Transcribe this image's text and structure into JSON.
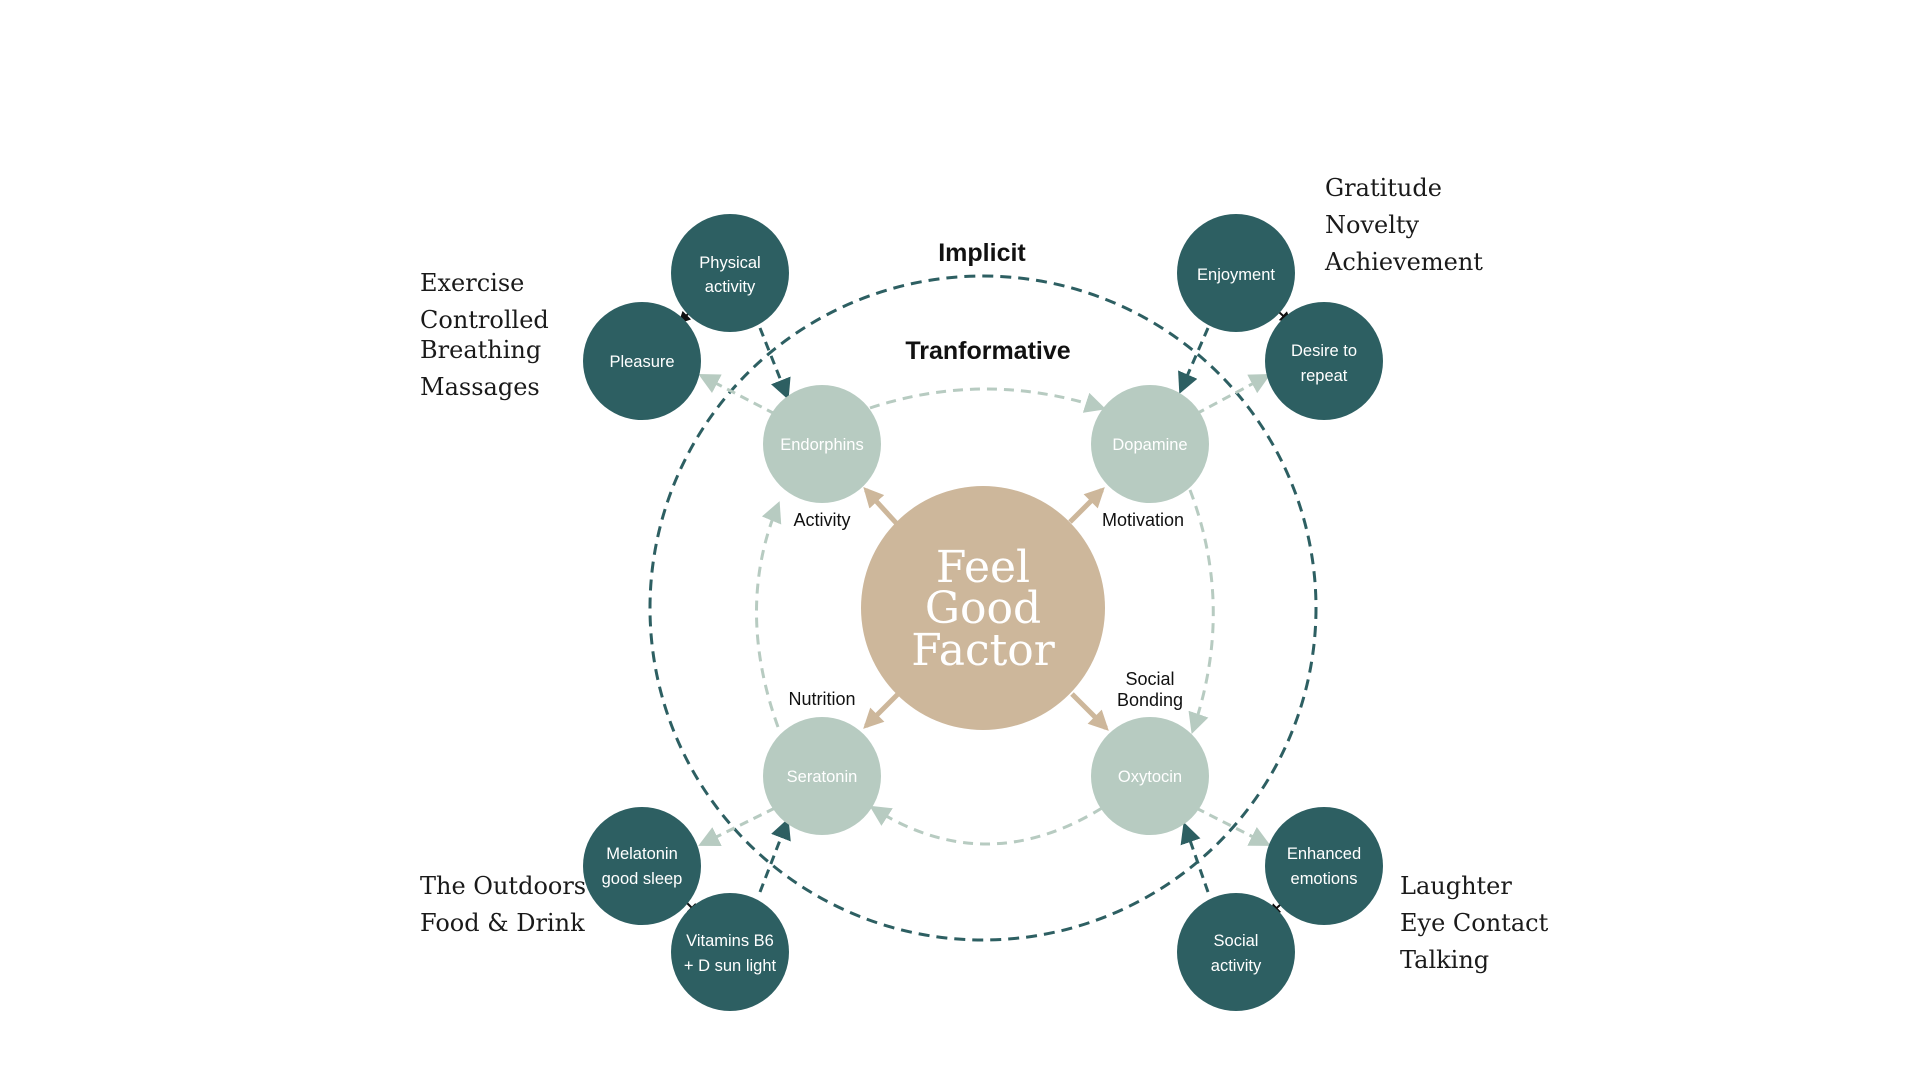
{
  "rings": {
    "outer_label": "Implicit",
    "inner_label": "Tranformative"
  },
  "hub": {
    "line1": "Feel",
    "line2": "Good",
    "line3": "Factor"
  },
  "hormones": {
    "endorphins": {
      "name": "Endorphins",
      "connector": "Activity"
    },
    "dopamine": {
      "name": "Dopamine",
      "connector": "Motivation"
    },
    "seratonin": {
      "name": "Seratonin",
      "connector": "Nutrition"
    },
    "oxytocin": {
      "name": "Oxytocin",
      "connector_line1": "Social",
      "connector_line2": "Bonding"
    }
  },
  "satellites": {
    "physical_activity": {
      "line1": "Physical",
      "line2": "activity"
    },
    "pleasure": {
      "line1": "Pleasure"
    },
    "enjoyment": {
      "line1": "Enjoyment"
    },
    "desire": {
      "line1": "Desire to",
      "line2": "repeat"
    },
    "melatonin": {
      "line1": "Melatonin",
      "line2": "good sleep"
    },
    "vitamins": {
      "line1": "Vitamins B6",
      "line2": "+ D sun light"
    },
    "enhanced": {
      "line1": "Enhanced",
      "line2": "emotions"
    },
    "social": {
      "line1": "Social",
      "line2": "activity"
    }
  },
  "lists": {
    "top_left": [
      "Exercise",
      "Controlled",
      "Breathing",
      "Massages"
    ],
    "top_right": [
      "Gratitude",
      "Novelty",
      "Achievement"
    ],
    "bottom_left": [
      "The Outdoors",
      "Food & Drink"
    ],
    "bottom_right": [
      "Laughter",
      "Eye Contact",
      "Talking"
    ]
  },
  "colors": {
    "dark_teal": "#2d5f62",
    "light_sage": "#b7cbc1",
    "sand": "#cdb79b",
    "outer_ring": "#2d5f62",
    "inner_ring": "#b7cbc1"
  }
}
